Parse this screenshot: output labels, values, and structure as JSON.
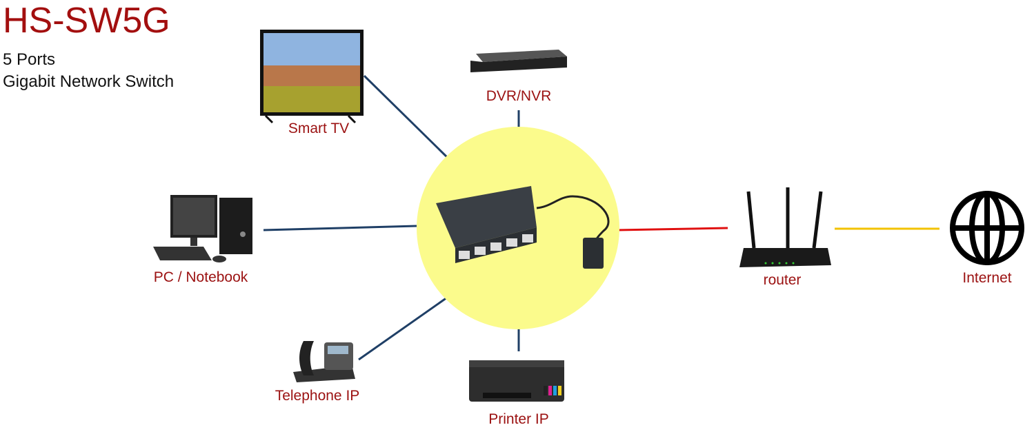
{
  "header": {
    "title": "HS-SW5G",
    "subtitle_line1": "5 Ports",
    "subtitle_line2": "Gigabit Network Switch"
  },
  "devices": {
    "smart_tv": "Smart TV",
    "dvr": "DVR/NVR",
    "pc": "PC / Notebook",
    "phone": "Telephone IP",
    "printer": "Printer IP",
    "router": "router",
    "internet": "Internet"
  },
  "colors": {
    "title": "#a30f0f",
    "label": "#9b1111",
    "lan_link": "#1f3f66",
    "router_link": "#e01010",
    "internet_link": "#f2c200",
    "hub_circle": "#fbfb8c"
  },
  "icons": [
    "tv-icon",
    "dvr-icon",
    "pc-icon",
    "phone-icon",
    "printer-icon",
    "switch-icon",
    "router-icon",
    "globe-icon"
  ]
}
